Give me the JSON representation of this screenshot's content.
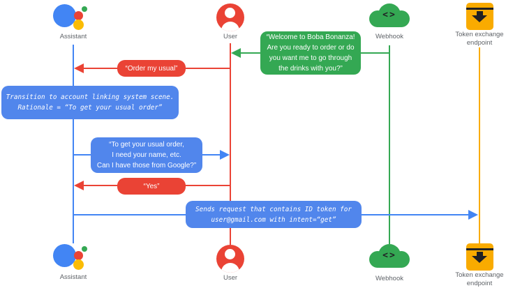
{
  "diagram_type": "sequence-diagram",
  "actors": {
    "assistant": {
      "label": "Assistant"
    },
    "user": {
      "label": "User"
    },
    "webhook": {
      "label": "Webhook"
    },
    "token": {
      "label_line1": "Token exchange",
      "label_line2": "endpoint"
    }
  },
  "icons": {
    "webhook_glyph": "<>"
  },
  "messages": {
    "welcome": {
      "from": "webhook",
      "to": "user",
      "lines": [
        "“Welcome to Boba Bonanza!",
        "Are you ready to order or do",
        "you want me to go through",
        "the drinks with you?”"
      ]
    },
    "order_usual": {
      "from": "user",
      "to": "assistant",
      "text": "“Order my usual”"
    },
    "transition": {
      "actor": "assistant",
      "lines": [
        "Transition to account linking system scene.",
        "Rationale = “To get your usual order”"
      ]
    },
    "usual_order_request": {
      "from": "assistant",
      "to": "user",
      "lines": [
        "“To get your usual order,",
        "I need your name, etc.",
        "Can I have those from Google?”"
      ]
    },
    "yes": {
      "from": "user",
      "to": "assistant",
      "text": "“Yes”"
    },
    "sends_request": {
      "from": "assistant",
      "to": "token",
      "lines": [
        "Sends request that contains ID token for",
        "user@gmail.com with intent=“get”"
      ]
    }
  },
  "colors": {
    "assistant_blue": "#4285F4",
    "user_red": "#EA4335",
    "webhook_green": "#34A853",
    "token_yellow": "#F9AB00",
    "bubble_blue": "#5186EC",
    "label_gray": "#5F6368",
    "icon_yellow": "#FBBC04"
  }
}
